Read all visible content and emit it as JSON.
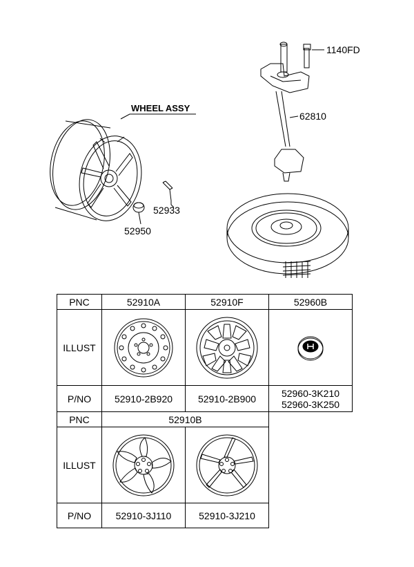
{
  "callouts": {
    "wheel_assy": "WHEEL ASSY",
    "p52933": "52933",
    "p52950": "52950",
    "p1140fd": "1140FD",
    "p62810": "62810"
  },
  "table": {
    "pnc_label": "PNC",
    "illust_label": "ILLUST",
    "pno_label": "P/NO",
    "top_pnc": [
      "52910A",
      "52910F",
      "52960B"
    ],
    "top_pno": [
      "52910-2B920",
      "52910-2B900"
    ],
    "top_pno_cap": [
      "52960-3K210",
      "52960-3K250"
    ],
    "bottom_pnc": "52910B",
    "bottom_pno": [
      "52910-3J110",
      "52910-3J210"
    ]
  }
}
